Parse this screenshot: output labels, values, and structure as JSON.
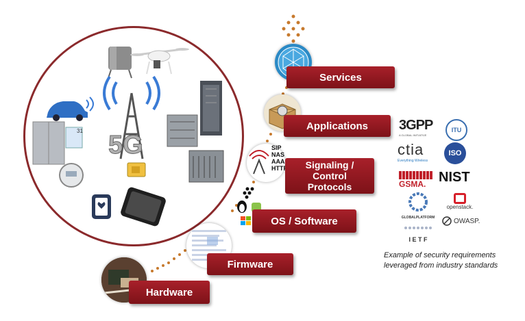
{
  "layers": [
    {
      "id": "services",
      "label": "Services"
    },
    {
      "id": "applications",
      "label": "Applications"
    },
    {
      "id": "signaling",
      "label": "Signaling / Control Protocols",
      "lines": [
        "Signaling /",
        "Control",
        "Protocols"
      ]
    },
    {
      "id": "os",
      "label": "OS / Software"
    },
    {
      "id": "firmware",
      "label": "Firmware"
    },
    {
      "id": "hardware",
      "label": "Hardware"
    }
  ],
  "device_circle": {
    "badge": "5G",
    "calendar_number": "31"
  },
  "protocol_icon_text": [
    "SIP",
    "NAS",
    "AAA",
    "HTTP"
  ],
  "standards": {
    "threegpp": "3GPP",
    "threegpp_sub": "A GLOBAL INITIATIVE",
    "itu": "ITU",
    "ctia": "ctia",
    "ctia_sub": "Everything Wireless",
    "iso": "ISO",
    "gsma": "GSMA.",
    "nist": "NIST",
    "globalplatform": "GLOBALPLATFORM",
    "openstack": "openstack.",
    "owasp": "OWASP.",
    "ietf": "I E T F"
  },
  "caption": {
    "line1": "Example of security requirements",
    "line2": "leveraged from industry standards"
  },
  "colors": {
    "accent": "#8b1a1f",
    "circle_border": "#8b2a2c",
    "dots": "#c77a2e"
  }
}
